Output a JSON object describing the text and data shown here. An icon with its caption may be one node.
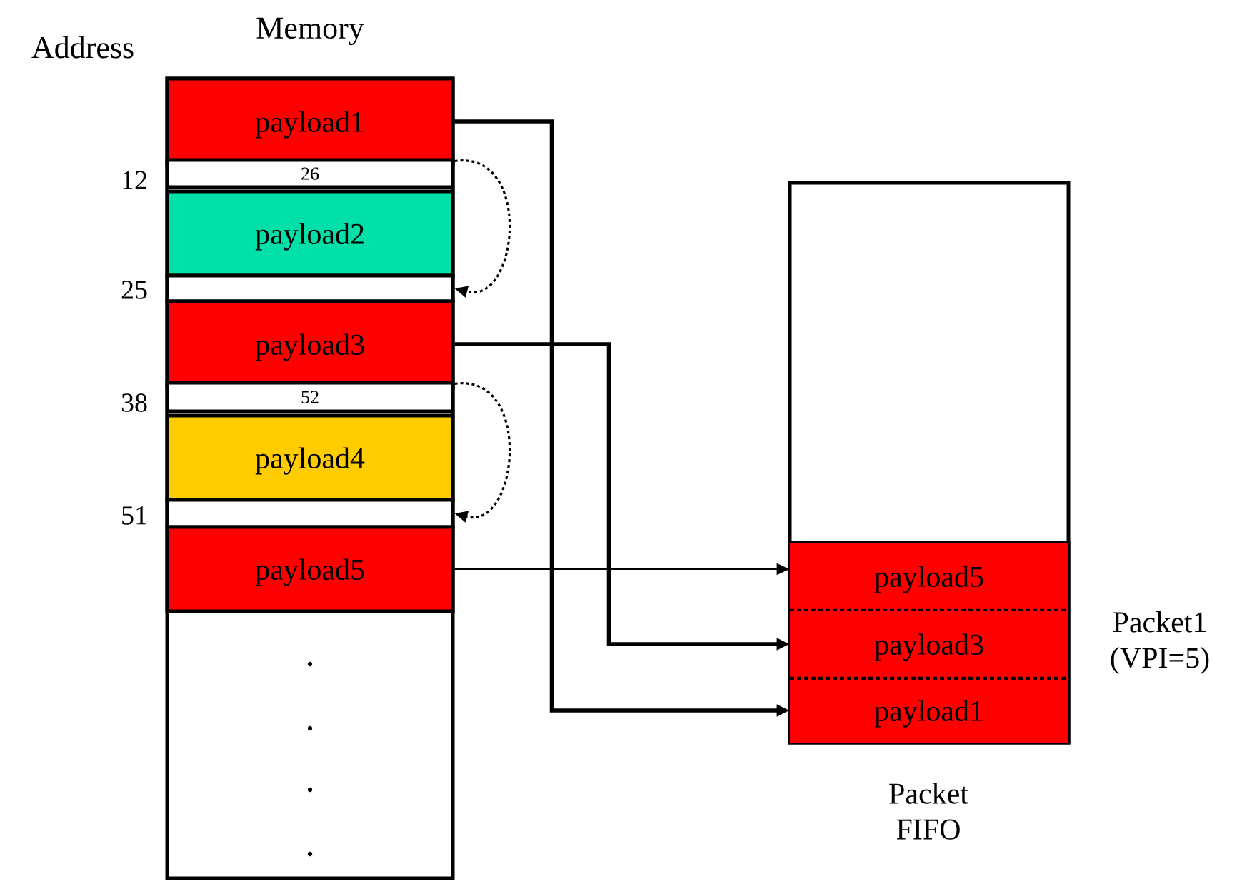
{
  "diagram": {
    "nodes": [
      {
        "text": [
          "Memory"
        ]
      },
      {
        "text": [
          "payload1"
        ],
        "in": 0
      },
      {
        "text": [
          "26"
        ],
        "in": 0
      },
      {
        "text": [
          "payload2"
        ],
        "in": 0
      },
      {
        "text": [],
        "shape": "box",
        "in": 0
      },
      {
        "text": [
          "payload3"
        ],
        "in": 0
      },
      {
        "text": [
          "52"
        ],
        "in": 0
      },
      {
        "text": [
          "payload4"
        ],
        "in": 0
      },
      {
        "text": [],
        "shape": "box",
        "in": 0
      },
      {
        "text": [
          "payload5"
        ],
        "in": 0
      },
      {
        "text": [],
        "shape": "box",
        "beside": [
          "Packet FIFO"
        ]
      },
      {
        "text": [],
        "shape": "box",
        "in": 10
      },
      {
        "text": [
          "payload5"
        ],
        "in": 11
      },
      {
        "text": [
          "payload3"
        ],
        "in": 11
      },
      {
        "text": [
          "payload1"
        ],
        "in": 11
      }
    ],
    "edges": [
      {
        "from": 9,
        "to": 12,
        "arrow": "to"
      },
      {
        "from": 5,
        "to": 13,
        "arrow": "to"
      },
      {
        "from": 1,
        "to": 14,
        "arrow": "to"
      },
      {
        "from": 2,
        "to": 4,
        "arrow": "to",
        "style": "dashed"
      },
      {
        "from": 6,
        "to": 8,
        "arrow": "to",
        "style": "dashed"
      }
    ],
    "labels": [
      "Address",
      "12",
      "25",
      "38",
      "51",
      "Packet1 (VPI=5)"
    ]
  }
}
